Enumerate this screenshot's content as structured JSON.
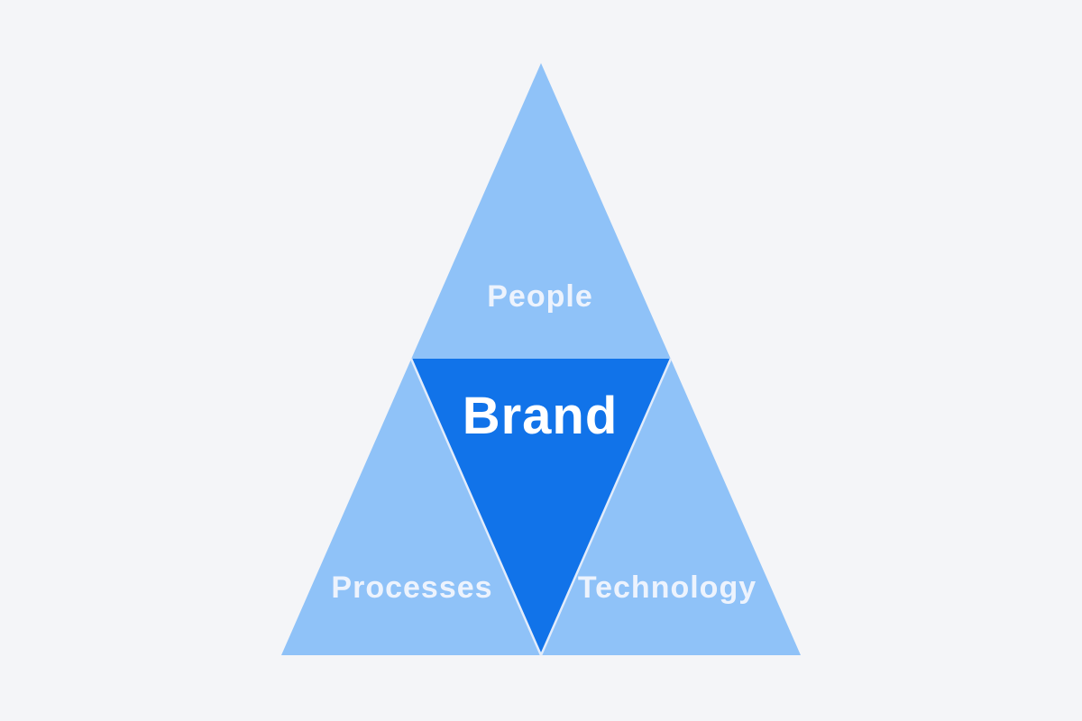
{
  "page": {
    "title": "Brand pyramid diagram"
  },
  "colors": {
    "background": "#f4f5f8",
    "outer_triangle": "#8fc2f8",
    "center_triangle": "#1173e9",
    "divider": "#e2ecfb",
    "segment_label": "#edf3fd",
    "center_label": "#ffffff"
  },
  "labels": {
    "top": "People",
    "center": "Brand",
    "bottom_left": "Processes",
    "bottom_right": "Technology"
  }
}
